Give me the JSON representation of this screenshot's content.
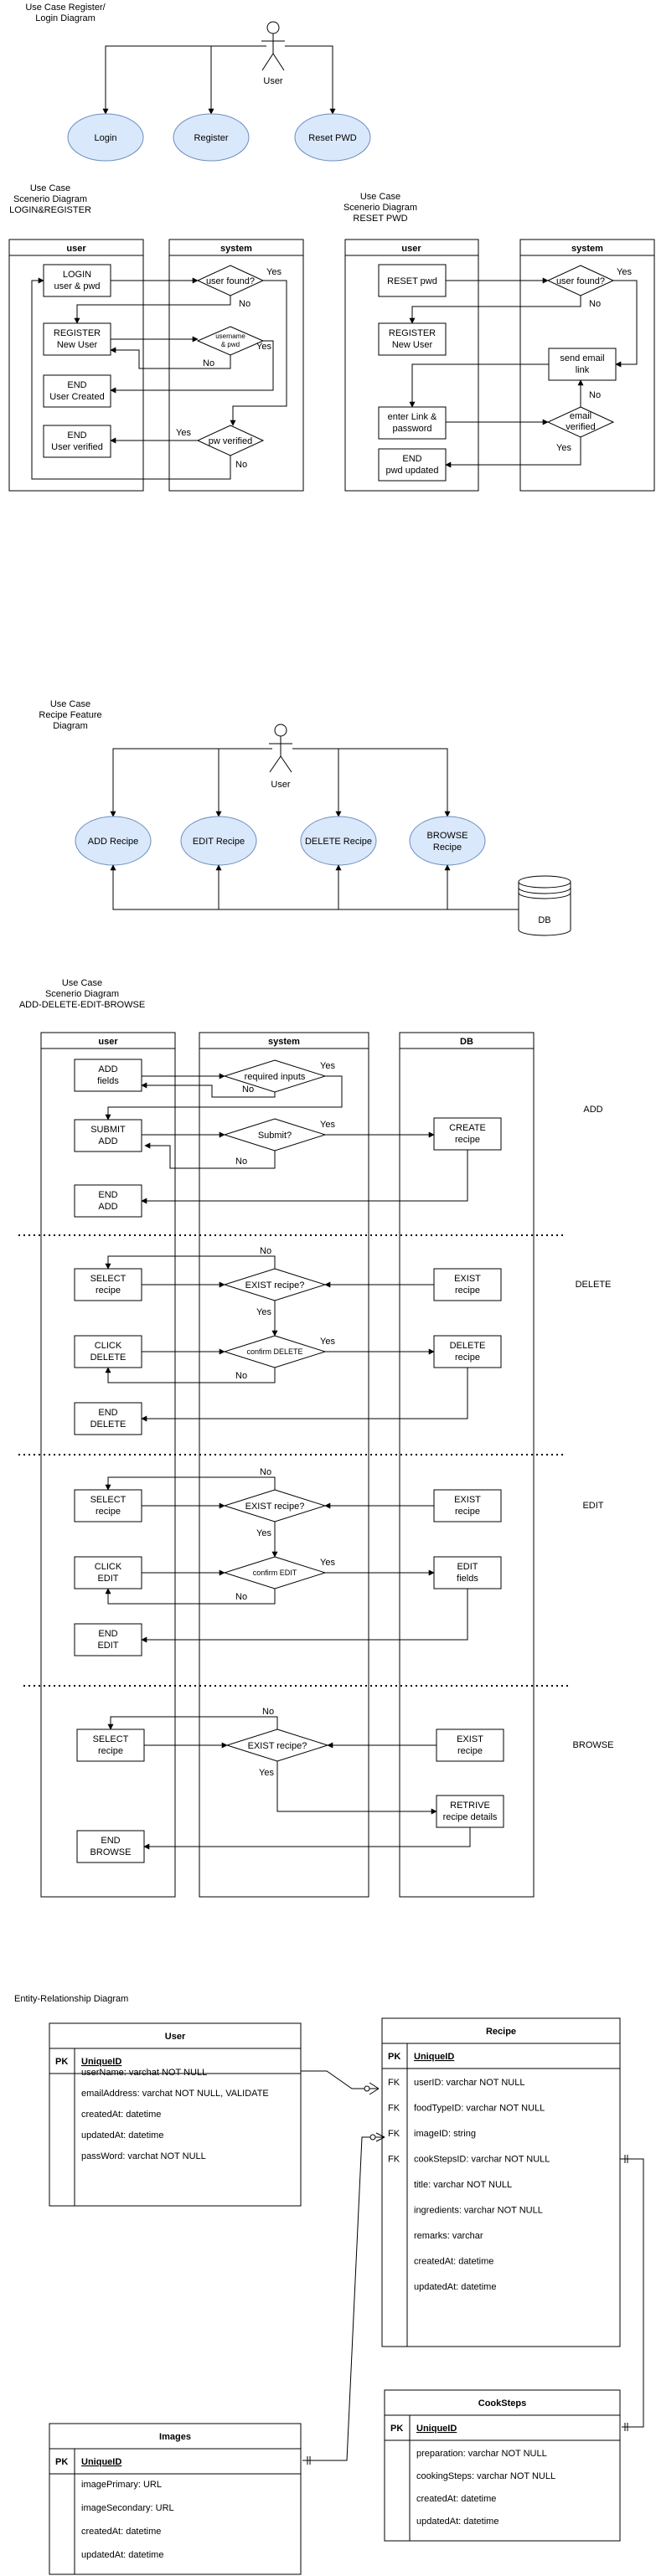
{
  "d1": {
    "title": [
      "Use Case Register/",
      "Login Diagram"
    ],
    "actor": "User",
    "cases": [
      "Login",
      "Register",
      "Reset PWD"
    ]
  },
  "d2": {
    "title": [
      "Use Case",
      "Scenerio Diagram",
      "LOGIN&REGISTER"
    ],
    "lanes": [
      "user",
      "system"
    ],
    "nodes": {
      "login": [
        "LOGIN",
        "user & pwd"
      ],
      "register": [
        "REGISTER",
        "New User"
      ],
      "end_created": [
        "END",
        "User Created"
      ],
      "end_verified": [
        "END",
        "User verified"
      ],
      "user_found": "user found?",
      "username_pwd": [
        "username",
        "& pwd"
      ],
      "pw_verified": "pw verified"
    },
    "edge_labels": [
      "Yes",
      "No",
      "Yes",
      "No",
      "Yes",
      "No"
    ]
  },
  "d3": {
    "title": [
      "Use Case",
      "Scenerio Diagram",
      "RESET PWD"
    ],
    "lanes": [
      "user",
      "system"
    ],
    "nodes": {
      "reset": "RESET pwd",
      "register": [
        "REGISTER",
        "New User"
      ],
      "send_email": [
        "send email",
        "link"
      ],
      "enter_link": [
        "enter Link &",
        "password"
      ],
      "end": [
        "END",
        "pwd updated"
      ],
      "user_found": "user found?",
      "email_verified": [
        "email",
        "verified"
      ]
    },
    "edge_labels": [
      "Yes",
      "No",
      "No",
      "Yes"
    ]
  },
  "d4": {
    "title": [
      "Use Case",
      "Recipe Feature",
      "Diagram"
    ],
    "actor": "User",
    "cases": [
      [
        "ADD Recipe"
      ],
      [
        "EDIT Recipe"
      ],
      [
        "DELETE Recipe"
      ],
      [
        "BROWSE",
        "Recipe"
      ]
    ],
    "db": "DB"
  },
  "d5": {
    "title": [
      "Use Case",
      "Scenerio Diagram",
      "ADD-DELETE-EDIT-BROWSE"
    ],
    "lanes": [
      "user",
      "system",
      "DB"
    ],
    "sections": [
      "ADD",
      "DELETE",
      "EDIT",
      "BROWSE"
    ],
    "add": {
      "add_fields": [
        "ADD",
        "fields"
      ],
      "required": "required inputs",
      "submit_add": [
        "SUBMIT",
        "ADD"
      ],
      "submit_q": "Submit?",
      "create": [
        "CREATE",
        "recipe"
      ],
      "end": [
        "END",
        "ADD"
      ],
      "labels": [
        "Yes",
        "No",
        "Yes",
        "No"
      ]
    },
    "delete": {
      "select": [
        "SELECT",
        "recipe"
      ],
      "exist_q": "EXIST recipe?",
      "exist_db": [
        "EXIST",
        "recipe"
      ],
      "click": [
        "CLICK",
        "DELETE"
      ],
      "confirm": "confirm DELETE",
      "delete_db": [
        "DELETE",
        "recipe"
      ],
      "end": [
        "END",
        "DELETE"
      ],
      "labels": [
        "No",
        "Yes",
        "Yes",
        "No"
      ]
    },
    "edit": {
      "select": [
        "SELECT",
        "recipe"
      ],
      "exist_q": "EXIST recipe?",
      "exist_db": [
        "EXIST",
        "recipe"
      ],
      "click": [
        "CLICK",
        "EDIT"
      ],
      "confirm": "confirm EDIT",
      "edit_db": [
        "EDIT",
        "fields"
      ],
      "end": [
        "END",
        "EDIT"
      ],
      "labels": [
        "No",
        "Yes",
        "Yes",
        "No"
      ]
    },
    "browse": {
      "select": [
        "SELECT",
        "recipe"
      ],
      "exist_q": "EXIST recipe?",
      "exist_db": [
        "EXIST",
        "recipe"
      ],
      "retrieve": [
        "RETRIVE",
        "recipe details"
      ],
      "end": [
        "END",
        "BROWSE"
      ],
      "labels": [
        "No",
        "Yes"
      ]
    }
  },
  "erd": {
    "title": "Entity-Relationship Diagram",
    "tables": {
      "user": {
        "name": "User",
        "pk": "UniqueID",
        "rows": [
          {
            "key": "",
            "text": "userName: varchat NOT NULL"
          },
          {
            "key": "",
            "text": "emailAddress: varchat NOT NULL, VALIDATE"
          },
          {
            "key": "",
            "text": "createdAt: datetime"
          },
          {
            "key": "",
            "text": "updatedAt: datetime"
          },
          {
            "key": "",
            "text": "passWord: varchat NOT NULL"
          }
        ]
      },
      "recipe": {
        "name": "Recipe",
        "pk": "UniqueID",
        "rows": [
          {
            "key": "FK",
            "text": "userID: varchar NOT NULL"
          },
          {
            "key": "FK",
            "text": "foodTypeID: varchar NOT NULL"
          },
          {
            "key": "FK",
            "text": "imageID: string"
          },
          {
            "key": "FK",
            "text": "cookStepsID: varchar NOT NULL"
          },
          {
            "key": "",
            "text": "title: varchar NOT NULL"
          },
          {
            "key": "",
            "text": "ingredients: varchar NOT NULL"
          },
          {
            "key": "",
            "text": "remarks: varchar"
          },
          {
            "key": "",
            "text": "createdAt: datetime"
          },
          {
            "key": "",
            "text": "updatedAt: datetime"
          }
        ]
      },
      "images": {
        "name": "Images",
        "pk": "UniqueID",
        "rows": [
          {
            "key": "",
            "text": "imagePrimary: URL"
          },
          {
            "key": "",
            "text": "imageSecondary: URL"
          },
          {
            "key": "",
            "text": "createdAt: datetime"
          },
          {
            "key": "",
            "text": "updatedAt: datetime"
          }
        ]
      },
      "cooksteps": {
        "name": "CookSteps",
        "pk": "UniqueID",
        "rows": [
          {
            "key": "",
            "text": "preparation: varchar NOT NULL"
          },
          {
            "key": "",
            "text": "cookingSteps: varchar NOT NULL"
          },
          {
            "key": "",
            "text": "createdAt: datetime"
          },
          {
            "key": "",
            "text": "updatedAt: datetime"
          }
        ]
      }
    },
    "pk_label": "PK"
  }
}
